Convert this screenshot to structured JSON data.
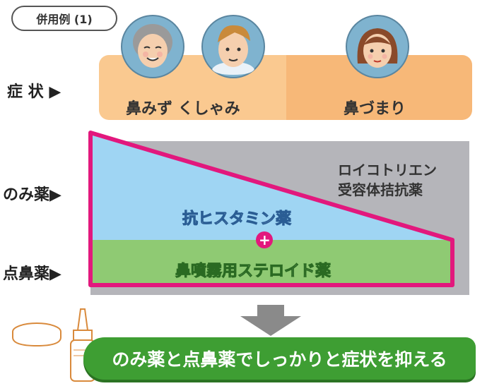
{
  "header": {
    "title": "併用例 (1)"
  },
  "rows": {
    "symptoms": "症 状 ▶",
    "oral": "のみ薬▶",
    "nasal": "点鼻薬▶"
  },
  "symptoms": {
    "left": "鼻みず くしゃみ",
    "right": "鼻づまり"
  },
  "drugs": {
    "leukotriene_line1": "ロイコトリエン",
    "leukotriene_line2": "受容体拮抗薬",
    "antihistamine": "抗ヒスタミン薬",
    "plus": "+",
    "steroid": "鼻噴霧用ステロイド薬"
  },
  "banner": "のみ薬と点鼻薬でしっかりと症状を抑える",
  "colors": {
    "symptom_left": "#fac990",
    "symptom_right": "#f7b878",
    "leukotriene": "#b5b5ba",
    "antihistamine": "#9fd5f3",
    "steroid": "#8fca73",
    "outline": "#e2187d",
    "banner": "#3e9e33",
    "arrow": "#8a8a8a"
  },
  "icons": [
    "elderly-woman-avatar",
    "young-man-avatar",
    "young-woman-avatar",
    "nasal-spray-icon",
    "pill-icon",
    "down-arrow-icon",
    "plus-icon"
  ]
}
